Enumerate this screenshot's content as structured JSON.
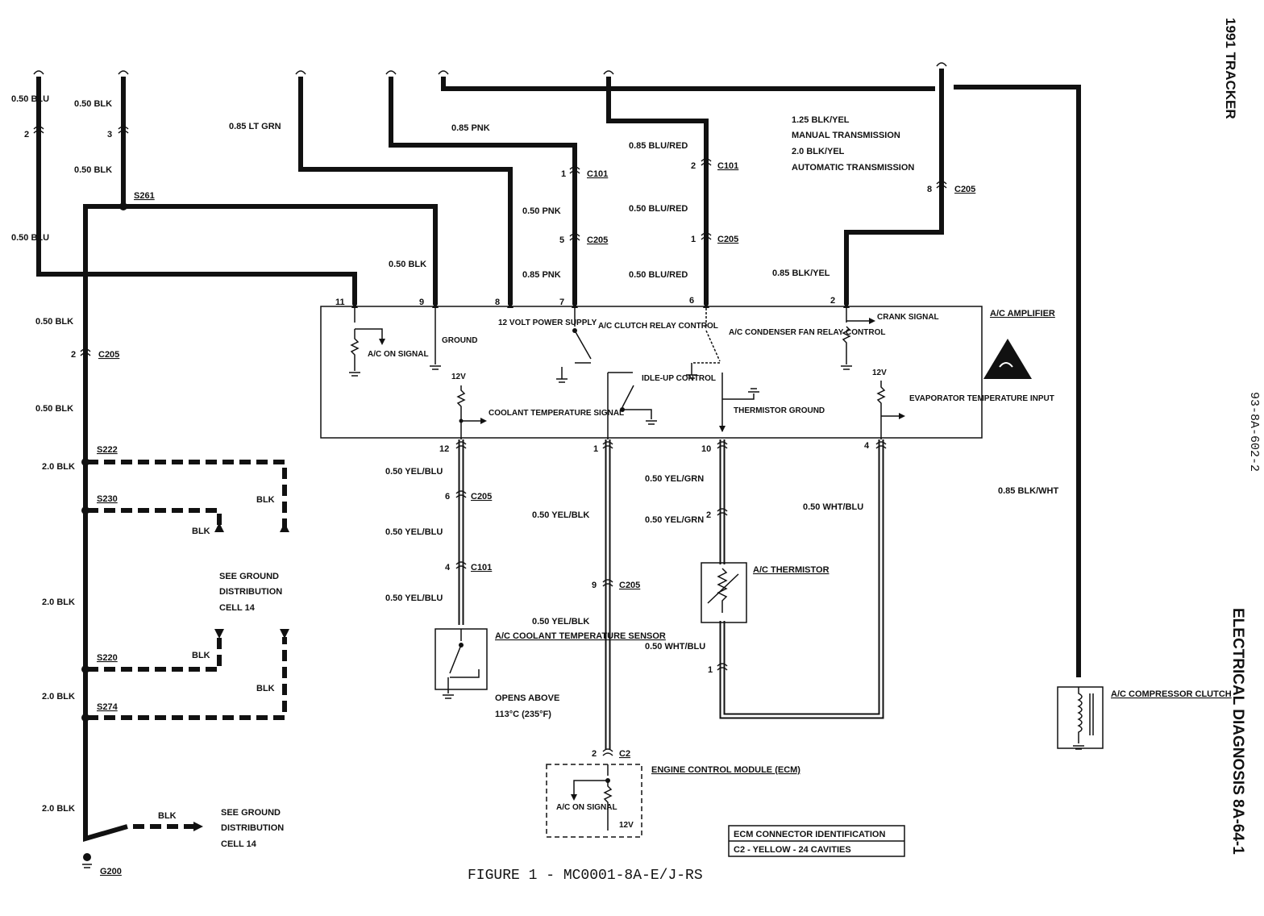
{
  "side_labels": {
    "vehicle": "1991 TRACKER",
    "page_code": "93-8A-602-2",
    "section": "ELECTRICAL DIAGNOSIS 8A-64-1"
  },
  "caption": "FIGURE 1 - MC0001-8A-E/J-RS",
  "components": {
    "ac_amplifier": "A/C AMPLIFIER",
    "ecm": "ENGINE CONTROL MODULE (ECM)",
    "ac_thermistor": "A/C THERMISTOR",
    "coolant_sensor": "A/C COOLANT TEMPERATURE SENSOR",
    "coolant_sensor_note1": "OPENS ABOVE",
    "coolant_sensor_note2": "113°C (235°F)",
    "compressor_clutch": "A/C COMPRESSOR CLUTCH"
  },
  "amplifier_internals": {
    "ac_on_signal": "A/C ON SIGNAL",
    "ground": "GROUND",
    "power_supply": "12 VOLT POWER SUPPLY",
    "clutch_relay": "A/C CLUTCH RELAY CONTROL",
    "condenser_relay": "A/C CONDENSER FAN RELAY CONTROL",
    "crank_signal": "CRANK SIGNAL",
    "idle_up": "IDLE-UP CONTROL",
    "coolant_signal": "COOLANT TEMPERATURE SIGNAL",
    "thermistor_ground": "THERMISTOR GROUND",
    "evap_input": "EVAPORATOR TEMPERATURE INPUT",
    "v12": "12V"
  },
  "ecm_internals": {
    "ac_on_signal": "A/C ON SIGNAL",
    "v12": "12V"
  },
  "ecm_connector": {
    "line1": "ECM CONNECTOR IDENTIFICATION",
    "line2": "C2 - YELLOW - 24 CAVITIES"
  },
  "wires": {
    "blu_050": "0.50 BLU",
    "blk_050": "0.50 BLK",
    "ltgrn_085": "0.85 LT GRN",
    "pnk_085": "0.85 PNK",
    "pnk_050": "0.50 PNK",
    "blured_085": "0.85 BLU/RED",
    "blured_050": "0.50 BLU/RED",
    "blkyel_125": "1.25 BLK/YEL",
    "manual_trans": "MANUAL TRANSMISSION",
    "blkyel_20": "2.0 BLK/YEL",
    "auto_trans": "AUTOMATIC TRANSMISSION",
    "blkyel_085": "0.85 BLK/YEL",
    "blkwht_085": "0.85 BLK/WHT",
    "blk_20": "2.0 BLK",
    "blk": "BLK",
    "yelblu_050": "0.50 YEL/BLU",
    "yelblk_050": "0.50 YEL/BLK",
    "yelgrn_050": "0.50 YEL/GRN",
    "whtblu_050": "0.50 WHT/BLU"
  },
  "splices": {
    "s261": "S261",
    "s222": "S222",
    "s230": "S230",
    "s220": "S220",
    "s274": "S274",
    "g200": "G200"
  },
  "connectors": {
    "c101": "C101",
    "c205": "C205",
    "c2": "C2"
  },
  "ground_ref": {
    "line1": "SEE GROUND",
    "line2": "DISTRIBUTION",
    "line3": "CELL 14"
  },
  "pins": {
    "p1": "1",
    "p2": "2",
    "p3": "3",
    "p4": "4",
    "p6": "6",
    "p7": "7",
    "p8": "8",
    "p9": "9",
    "p10": "10",
    "p11": "11",
    "p12": "12"
  }
}
